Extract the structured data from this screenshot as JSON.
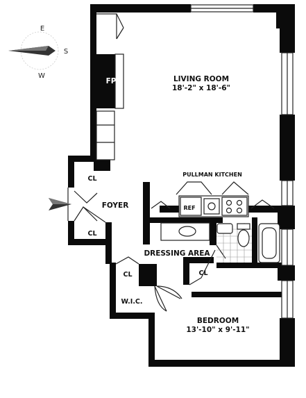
{
  "compass": {
    "north": "",
    "east": "E",
    "south": "S",
    "west": "W"
  },
  "rooms": {
    "living_room": {
      "name": "LIVING ROOM",
      "dimensions": "18'-2\" x 18'-6\""
    },
    "kitchen": {
      "name": "PULLMAN KITCHEN"
    },
    "refrigerator": {
      "name": "REF"
    },
    "fireplace": {
      "name": "FP"
    },
    "foyer": {
      "name": "FOYER"
    },
    "dressing_area": {
      "name": "DRESSING AREA"
    },
    "walk_in_closet": {
      "name": "W.I.C."
    },
    "bedroom": {
      "name": "BEDROOM",
      "dimensions": "13'-10\" x 9'-11\""
    },
    "closets": [
      "CL",
      "CL",
      "CL",
      "CL"
    ]
  },
  "colors": {
    "wall": "#0b0b0b",
    "line": "#222222",
    "tile": "#999999",
    "compass_arrow": "#333333"
  }
}
